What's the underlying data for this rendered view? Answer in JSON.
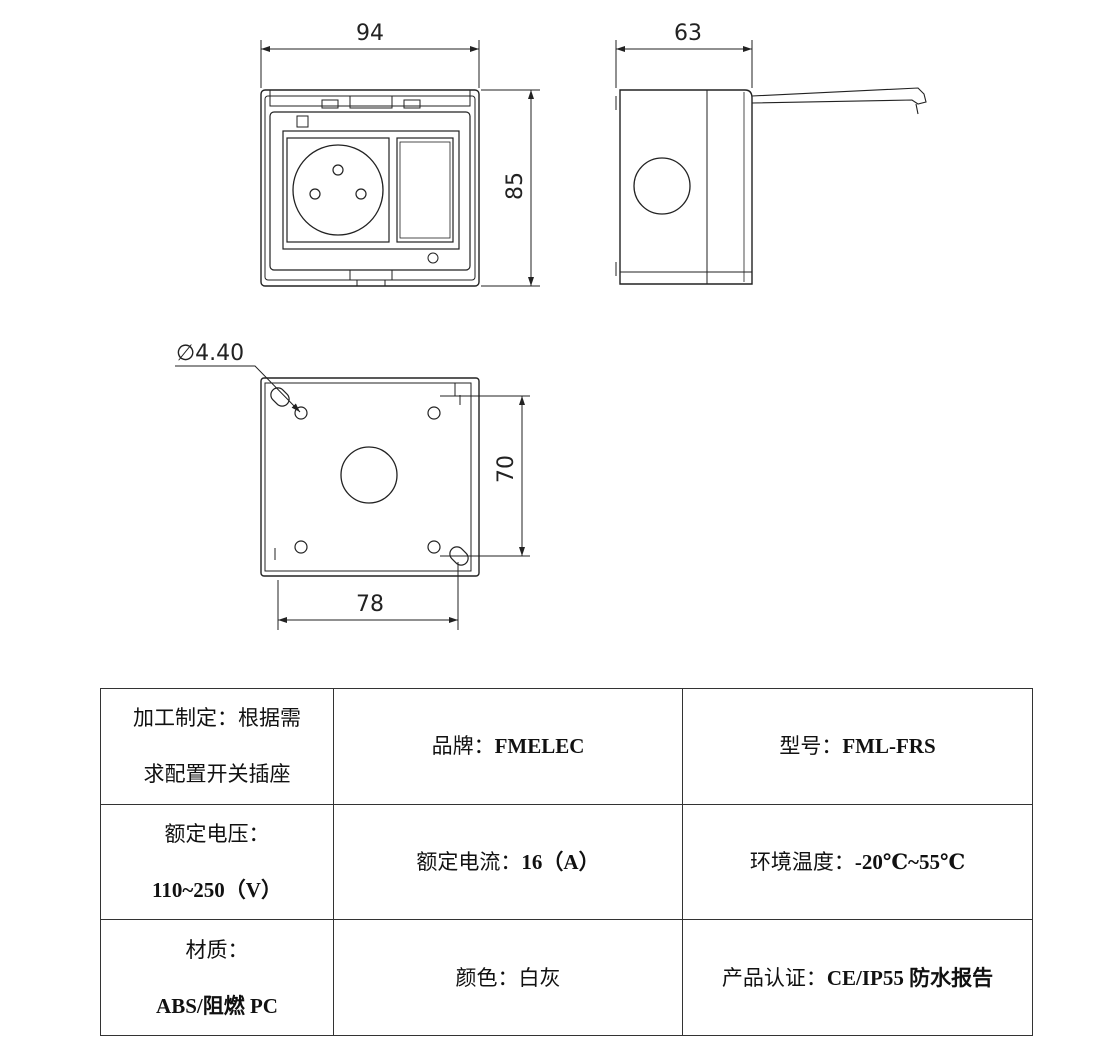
{
  "dimensions": {
    "front_width": "94",
    "front_height": "85",
    "side_depth": "63",
    "hole_diameter": "∅4.40",
    "mount_height": "70",
    "mount_width": "78"
  },
  "specs": {
    "r1": {
      "c1_a": "加工制定：根据需",
      "c1_b": "求配置开关插座",
      "c2_label": "品牌：",
      "c2_value": "FMELEC",
      "c3_label": "型号：",
      "c3_value": "FML-FRS"
    },
    "r2": {
      "c1_a": "额定电压：",
      "c1_b": "110~250（V）",
      "c2_label": "额定电流：",
      "c2_value": "16（A）",
      "c3_label": "环境温度：",
      "c3_value": "-20℃~55℃"
    },
    "r3": {
      "c1_a": "材质：",
      "c1_b": "ABS/阻燃 PC",
      "c2_label": "颜色：",
      "c2_value": "白灰",
      "c3_label": "产品认证：",
      "c3_value": "CE/IP55 防水报告"
    }
  }
}
